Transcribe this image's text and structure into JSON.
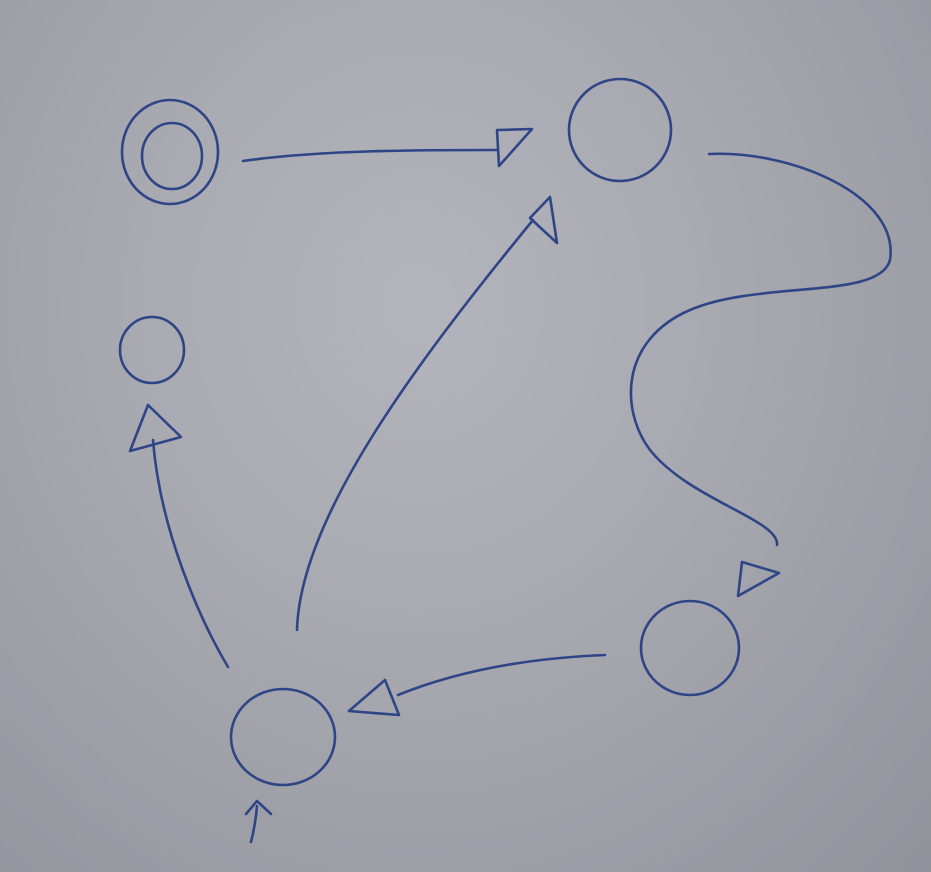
{
  "diagram": {
    "kind": "state-machine",
    "colors": {
      "ink": "#2e4586"
    },
    "states": [
      {
        "id": "accepting",
        "accepting": true,
        "start": false
      },
      {
        "id": "top-right",
        "accepting": false,
        "start": false
      },
      {
        "id": "left-small",
        "accepting": false,
        "start": false
      },
      {
        "id": "bottom-right",
        "accepting": false,
        "start": false
      },
      {
        "id": "start",
        "accepting": false,
        "start": true
      }
    ],
    "transitions": [
      {
        "from": "accepting",
        "to": "top-right"
      },
      {
        "from": "top-right",
        "to": "bottom-right"
      },
      {
        "from": "bottom-right",
        "to": "start"
      },
      {
        "from": "start",
        "to": "left-small"
      },
      {
        "from": "start",
        "to": "top-right"
      }
    ]
  }
}
